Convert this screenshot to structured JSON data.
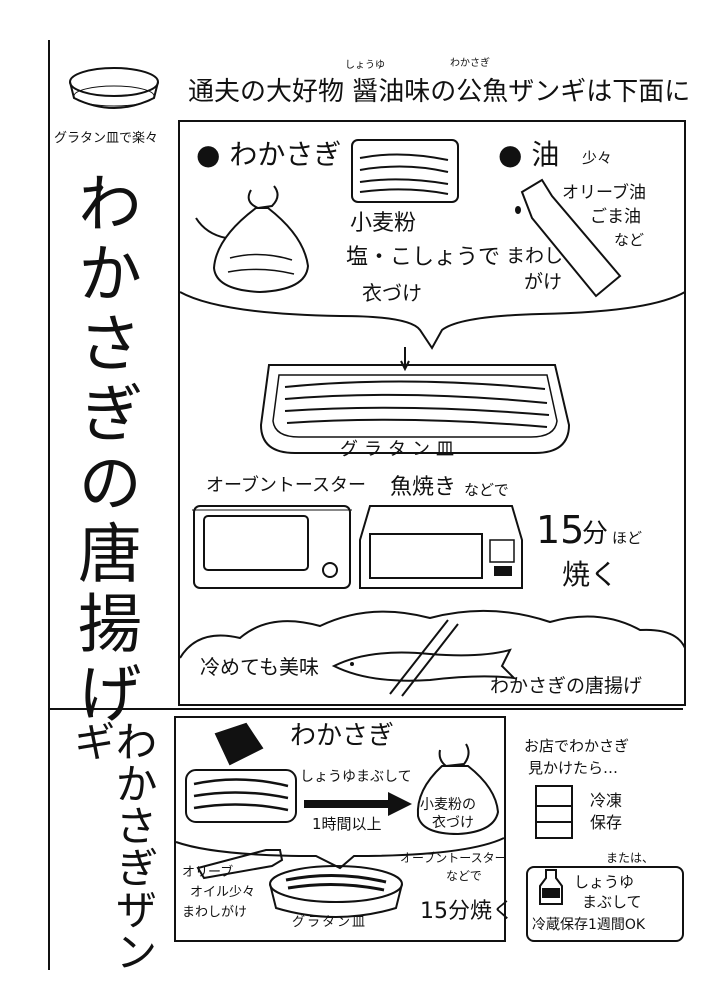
{
  "header": {
    "title": "通夫の大好物 醤油味の公魚ザンギは下面に",
    "ruby_shouyu": "しょうゆ",
    "ruby_wakasagi": "わかさぎ",
    "plate_caption": "グラタン皿で楽々"
  },
  "section1": {
    "vertical_title": "わかさぎの唐揚げ",
    "ingredient1": "● わかさぎ",
    "coating": [
      "小麦粉",
      "塩・こしょうで",
      "衣づけ"
    ],
    "oil_heading": "● 油",
    "oil_amount": "少々",
    "oil_types": [
      "オリーブ油",
      "ごま油",
      "など"
    ],
    "drizzle": [
      "まわし",
      "がけ"
    ],
    "dish_label": "グラタン皿",
    "oven_label": "オーブントースター",
    "fish_grill_label": "魚焼き",
    "fish_grill_suffix": "などで",
    "time_number": "15",
    "time_unit": "分",
    "time_suffix": "ほど",
    "bake": "焼く",
    "cold_note": "冷めても美味",
    "result": "わかさぎの唐揚げ"
  },
  "section2": {
    "vertical_title": "わかさぎザンギ",
    "ingredient": "わかさぎ",
    "marinate": "しょうゆまぶして",
    "marinate_time": "1時間以上",
    "coat": [
      "小麦粉の",
      "衣づけ"
    ],
    "oil": [
      "オリーブ",
      "オイル少々",
      "まわしがけ"
    ],
    "dish_label": "グラタン皿",
    "oven": [
      "オーブントースター",
      "などで"
    ],
    "bake_time": "15分焼く",
    "tip_intro": [
      "お店でわかさぎ",
      "見かけたら…"
    ],
    "freeze": [
      "冷凍",
      "保存"
    ],
    "or": "または、",
    "soy": [
      "しょうゆ",
      "まぶして"
    ],
    "fridge": "冷蔵保存1週間OK"
  }
}
